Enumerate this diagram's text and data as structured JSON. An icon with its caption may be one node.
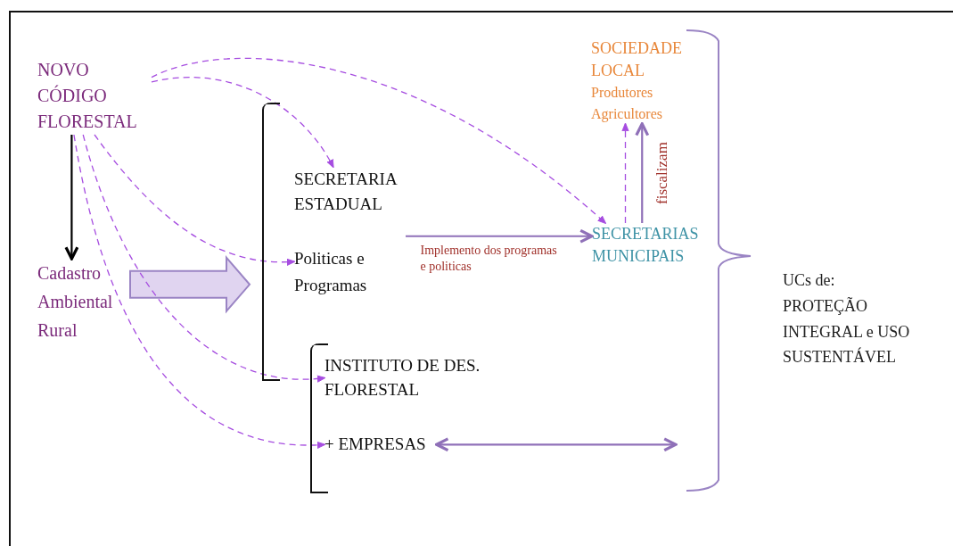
{
  "diagram": {
    "nodes": [
      {
        "text": [
          "NOVO CÓDIGO FLORESTAL"
        ]
      },
      {
        "text": [
          "Cadastro Ambiental Rural"
        ]
      },
      {
        "text": [],
        "shape": "bracket"
      },
      {
        "text": [
          "SECRETARIA ESTADUAL"
        ],
        "in": 2
      },
      {
        "text": [
          "Politicas e Programas"
        ],
        "in": 2
      },
      {
        "text": [],
        "shape": "bracket"
      },
      {
        "text": [
          "INSTITUTO DE DES. FLORESTAL"
        ],
        "in": 5
      },
      {
        "text": [
          "+ EMPRESAS"
        ],
        "in": 5
      },
      {
        "text": [
          "SOCIEDADE LOCAL",
          "Produtores Agricultores"
        ]
      },
      {
        "text": [
          "SECRETARIAS MUNICIPAIS"
        ]
      },
      {
        "text": [
          "UCs de: PROTEÇÃO INTEGRAL e USO SUSTENTÁVEL"
        ]
      }
    ],
    "edges": [
      {
        "from": 0,
        "to": 1,
        "arrow": "to",
        "color": "#000000"
      },
      {
        "from": 1,
        "to": 2,
        "arrow": "to",
        "style": "thick",
        "color": "#9a84c4"
      },
      {
        "from": 0,
        "to": 3,
        "arrow": "to",
        "style": "dashed"
      },
      {
        "from": 0,
        "to": 9,
        "arrow": "to",
        "style": "dashed"
      },
      {
        "from": 0,
        "to": 4,
        "arrow": "to",
        "style": "dashed"
      },
      {
        "from": 0,
        "to": 6,
        "arrow": "to",
        "style": "dashed"
      },
      {
        "from": 0,
        "to": 7,
        "arrow": "to",
        "style": "dashed"
      },
      {
        "from": 2,
        "to": 9,
        "arrow": "to",
        "label": "Implemento dos programas e politicas",
        "color": "#8f70b8"
      },
      {
        "from": 9,
        "to": 8,
        "arrow": "to",
        "style": "dashed"
      },
      {
        "from": 9,
        "to": 8,
        "arrow": "to",
        "label": "fiscalizam",
        "color": "#8f70b8"
      },
      {
        "from": 7,
        "to": 10,
        "arrow": "both",
        "color": "#8f70b8"
      }
    ]
  }
}
